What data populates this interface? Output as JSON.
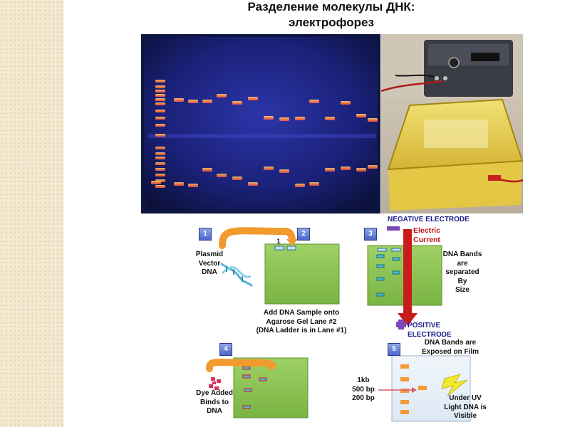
{
  "slide": {
    "title_line1": "Разделение молекулы ДНК:",
    "title_line2": "электрофорез"
  },
  "colors": {
    "gel_background": "#0d1640",
    "band": "#ff8a2a",
    "agarose_green": "#86c24f",
    "arrow_orange": "#f29a2e",
    "arrow_red": "#c91d1d",
    "electrode_purple": "#7a48b8",
    "step_badge_blue": "#5a73d6"
  },
  "diagram": {
    "step1": {
      "number": "1",
      "label_line1": "Plasmid",
      "label_line2": "Vector",
      "label_line3": "DNA",
      "icon": "dna-helix-icon"
    },
    "step2": {
      "number": "2",
      "lane_label": "1",
      "caption_line1": "Add DNA Sample onto",
      "caption_line2": "Agarose Gel Lane #2",
      "caption_line3": "(DNA Ladder is in Lane #1)"
    },
    "step3": {
      "number": "3",
      "negative_electrode": "NEGATIVE ELECTRODE",
      "current_line1": "Electric",
      "current_line2": "Current",
      "bands_line1": "DNA Bands",
      "bands_line2": "are",
      "bands_line3": "separated",
      "bands_line4": "By",
      "bands_line5": "Size",
      "positive_electrode": "POSITIVE ELECTRODE"
    },
    "step4": {
      "number": "4",
      "label_line1": "Dye Added",
      "label_line2": "Binds to",
      "label_line3": "DNA"
    },
    "step5": {
      "number": "5",
      "caption_line1": "DNA Bands are",
      "caption_line2": "Exposed on Film",
      "size_1kb": "1kb",
      "size_500": "500 bp",
      "size_200": "200 bp",
      "uv_line1": "Under UV",
      "uv_line2": "Light DNA is",
      "uv_line3": "Visible",
      "icon": "lightning-icon"
    }
  }
}
